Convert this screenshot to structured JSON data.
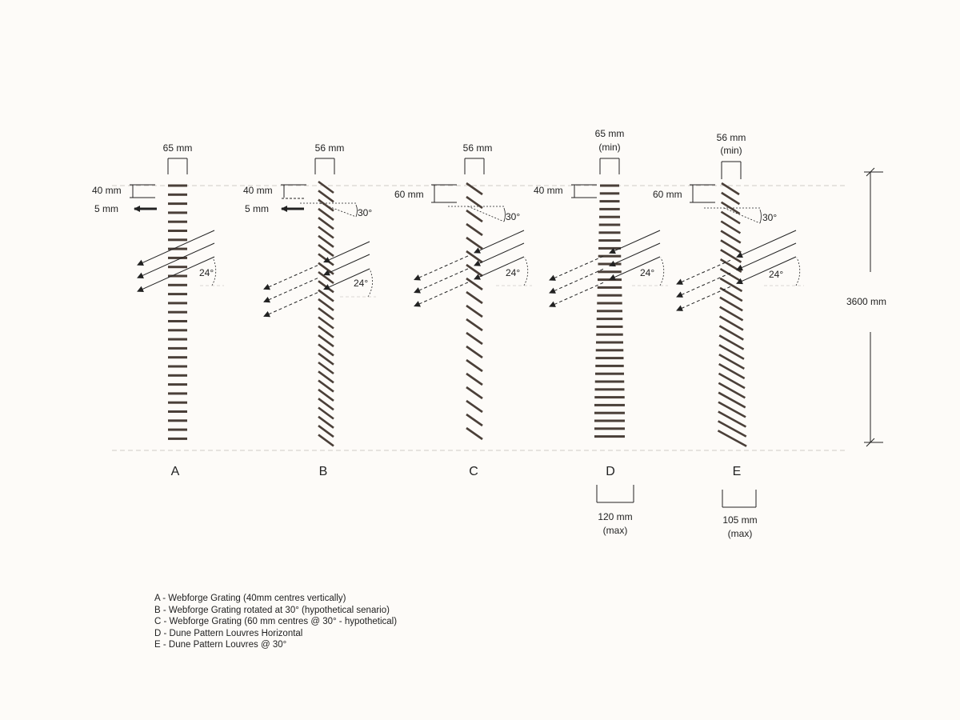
{
  "columns": [
    {
      "id": "A",
      "letter": "A",
      "width_label": "65 mm",
      "spacing_label": "40 mm",
      "thickness_label": "5 mm",
      "angle_label": "",
      "sun_angle_label": "24°"
    },
    {
      "id": "B",
      "letter": "B",
      "width_label": "56 mm",
      "spacing_label": "40 mm",
      "thickness_label": "5 mm",
      "angle_label": "30°",
      "sun_angle_label": "24°"
    },
    {
      "id": "C",
      "letter": "C",
      "width_label": "56 mm",
      "spacing_label": "60 mm",
      "thickness_label": "",
      "angle_label": "30°",
      "sun_angle_label": "24°"
    },
    {
      "id": "D",
      "letter": "D",
      "width_label": "65 mm",
      "width_note": "(min)",
      "spacing_label": "40 mm",
      "thickness_label": "",
      "angle_label": "",
      "sun_angle_label": "24°",
      "depth_label": "120 mm",
      "depth_note": "(max)"
    },
    {
      "id": "E",
      "letter": "E",
      "width_label": "56 mm",
      "width_note": "(min)",
      "spacing_label": "60 mm",
      "thickness_label": "",
      "angle_label": "30°",
      "sun_angle_label": "24°",
      "depth_label": "105 mm",
      "depth_note": "(max)"
    }
  ],
  "height_label": "3600 mm",
  "legend": [
    "A - Webforge Grating (40mm centres vertically)",
    "B - Webforge Grating rotated at 30° (hypothetical senario)",
    "C - Webforge  Grating (60 mm centres @ 30° - hypothetical)",
    "D - Dune Pattern Louvres Horizontal",
    "E - Dune Pattern Louvres @ 30°"
  ],
  "colors": {
    "louvre": "#4a3f38",
    "line": "#222222",
    "dashed_guide": "#d0cbc6",
    "background": "#fdfbf8"
  }
}
